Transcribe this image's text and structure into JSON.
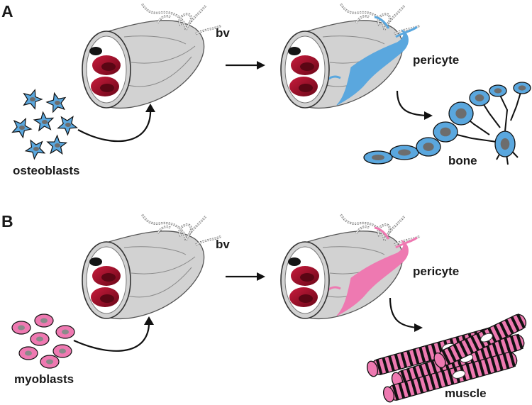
{
  "panels": [
    {
      "letter": "A",
      "vessel_label": "bv",
      "precursor_label": "osteoblasts",
      "pericyte_label": "pericyte",
      "product_label": "bone",
      "accent": "#5aa7de"
    },
    {
      "letter": "B",
      "vessel_label": "bv",
      "precursor_label": "myoblasts",
      "pericyte_label": "pericyte",
      "product_label": "muscle",
      "accent": "#ee79b1"
    }
  ],
  "colors": {
    "vessel_fill": "#d2d2d2",
    "vessel_stroke": "#555555",
    "red_cell": "#9c1028",
    "red_cell_inner": "#5a0614",
    "nucleus": "#151515",
    "cell_shade": "#6d6d6d",
    "arrow": "#111111"
  },
  "icons": [
    "blood-vessel-icon",
    "red-blood-cell-icon",
    "pericyte-icon",
    "osteoblast-icon",
    "myoblast-icon",
    "bone-cell-icon",
    "muscle-fiber-icon"
  ]
}
